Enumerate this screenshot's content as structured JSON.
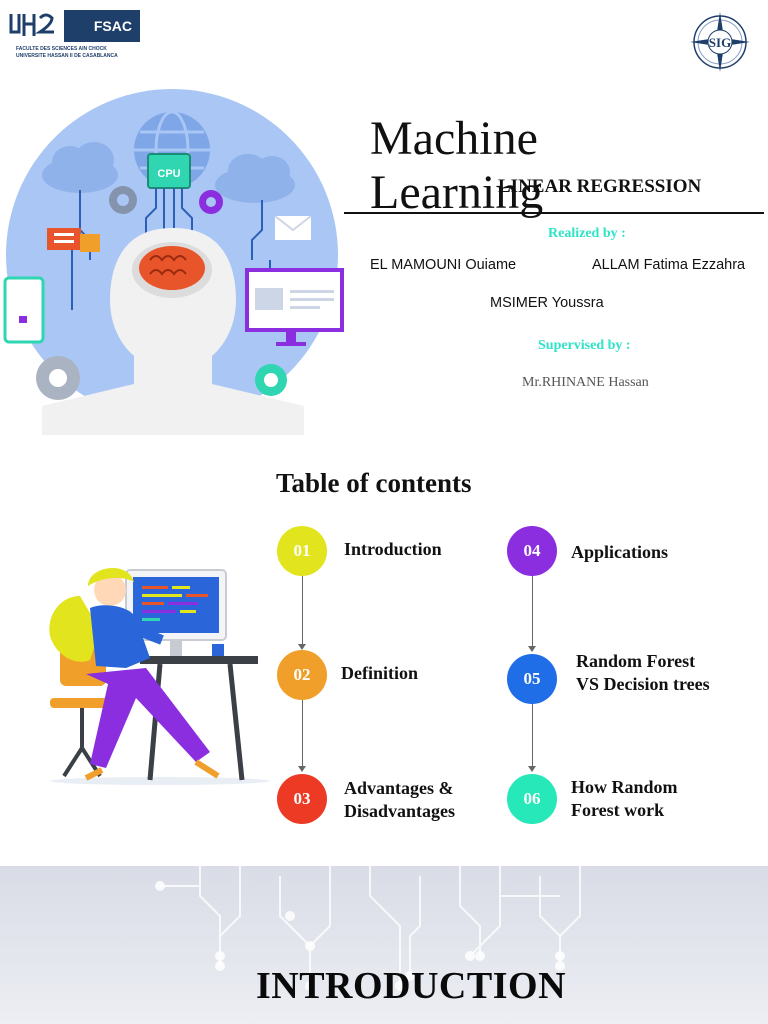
{
  "header": {
    "left_logo_text": "FSAC",
    "left_logo_sub1": "FACULTE DES SCIENCES AIN CHOCK",
    "left_logo_sub2": "UNIVERSITE HASSAN II DE CASABLANCA",
    "right_logo_text": "SIG"
  },
  "hero": {
    "illustration": {
      "cpu_label": "CPU"
    }
  },
  "title": {
    "main": "Machine Learning",
    "overlay_subtitle": "LINEAR REGRESSION",
    "realized_label": "Realized by :",
    "authors": [
      "EL MAMOUNI Ouiame",
      "ALLAM Fatima Ezzahra",
      "MSIMER Youssra"
    ],
    "supervised_label": "Supervised by :",
    "supervisor": "Mr.RHINANE Hassan"
  },
  "toc": {
    "title": "Table of contents",
    "items": [
      {
        "num": "01",
        "label": "Introduction",
        "color": "#e2e41d"
      },
      {
        "num": "02",
        "label": "Definition",
        "color": "#f0a02a"
      },
      {
        "num": "03",
        "label": "Advantages &\nDisadvantages",
        "color": "#ec3a24"
      },
      {
        "num": "04",
        "label": "Applications",
        "color": "#8a2ee0"
      },
      {
        "num": "05",
        "label": "Random Forest\nVS Decision trees",
        "color": "#1f6ee8"
      },
      {
        "num": "06",
        "label": "How Random\nForest work",
        "color": "#27e8b8"
      }
    ]
  },
  "section": {
    "title": "INTRODUCTION"
  },
  "colors": {
    "accent_teal": "#2ee3c7",
    "navy": "#1f3f6b",
    "hero_circle": "#a9c6f5"
  }
}
